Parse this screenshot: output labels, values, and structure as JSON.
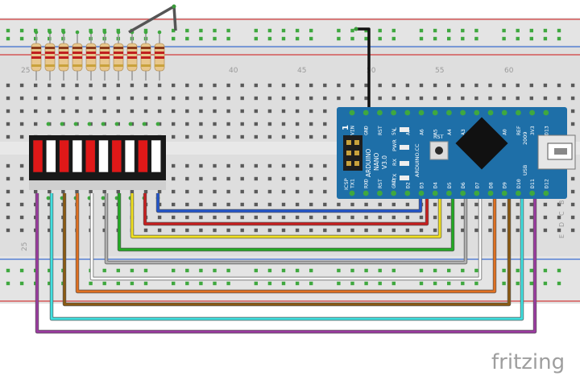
{
  "breadboard": {
    "column_numbers": [
      "25",
      "40",
      "45",
      "50",
      "55",
      "60"
    ],
    "side_column_number": "25",
    "row_letters": [
      "A",
      "B",
      "C",
      "D",
      "E"
    ]
  },
  "arduino": {
    "top_pins": [
      "VIN",
      "GND",
      "RST",
      "5V",
      "A7",
      "A6",
      "A5",
      "A4",
      "A3",
      "A2",
      "A1",
      "A0",
      "REF",
      "3V3",
      "D13"
    ],
    "bottom_pins": [
      "TX1",
      "RXD",
      "RST",
      "GND",
      "D2",
      "D3",
      "D4",
      "D5",
      "D6",
      "D7",
      "D8",
      "D9",
      "D10",
      "D11",
      "D12"
    ],
    "name_line1": "ARDUINO",
    "name_line2": "NANO",
    "name_line3": "V3.0",
    "site_label": "ARDUINO.CC",
    "year_label": "2009",
    "usb_label": "USB",
    "rst_label": "RST",
    "icsp_label": "ICSP",
    "pin1_label": "1",
    "led_labels": [
      "L",
      "PWR",
      "RX",
      "TX"
    ]
  },
  "watermark": "fritzing",
  "colors": {
    "breadboard": "#dedede",
    "rail_red": "#d23c3c",
    "rail_blue": "#3c6ed2",
    "hole_green": "#3fa83f",
    "board_blue": "#1e6fa8",
    "led_red": "#e01818",
    "wire_colors": [
      "#2255cc",
      "#c81e1e",
      "#f0e020",
      "#22aa22",
      "#b0b0b0",
      "#909090",
      "#ffffff",
      "#e07020",
      "#8b5a12",
      "#40e0e0",
      "#9b3ba0",
      "#111111"
    ]
  }
}
